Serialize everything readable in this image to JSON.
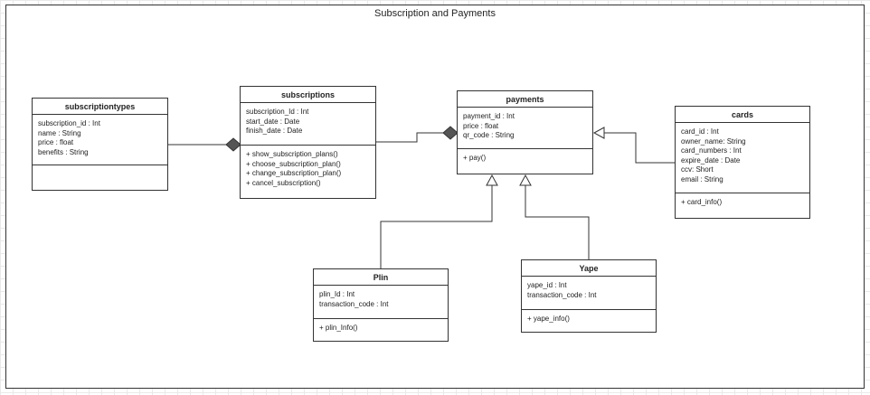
{
  "title": "Subscription and Payments",
  "classes": {
    "subscriptiontypes": {
      "name": "subscriptiontypes",
      "attributes": [
        "subscription_id : Int",
        "name : String",
        "price : float",
        "benefits : String"
      ],
      "operations": []
    },
    "subscriptions": {
      "name": "subscriptions",
      "attributes": [
        "subscription_Id : Int",
        "start_date : Date",
        "finish_date : Date"
      ],
      "operations": [
        "+ show_subscription_plans()",
        "+ choose_subscription_plan()",
        "+ change_subscription_plan()",
        "+ cancel_subscription()"
      ]
    },
    "payments": {
      "name": "payments",
      "attributes": [
        "payment_id : Int",
        "price : float",
        "qr_code : String"
      ],
      "operations": [
        "+ pay()"
      ]
    },
    "cards": {
      "name": "cards",
      "attributes": [
        "card_id : Int",
        "owner_name: String",
        "card_numbers : Int",
        "expire_date : Date",
        "ccv: Short",
        "email : String"
      ],
      "operations": [
        "+ card_info()"
      ]
    },
    "plin": {
      "name": "Plin",
      "attributes": [
        "plin_Id : Int",
        "transaction_code : Int"
      ],
      "operations": [
        "+ plin_Info()"
      ]
    },
    "yape": {
      "name": "Yape",
      "attributes": [
        "yape_id : Int",
        "transaction_code : Int"
      ],
      "operations": [
        "+ yape_info()"
      ]
    }
  },
  "colors": {
    "stroke": "#333333",
    "grid": "#e9e9e9"
  }
}
